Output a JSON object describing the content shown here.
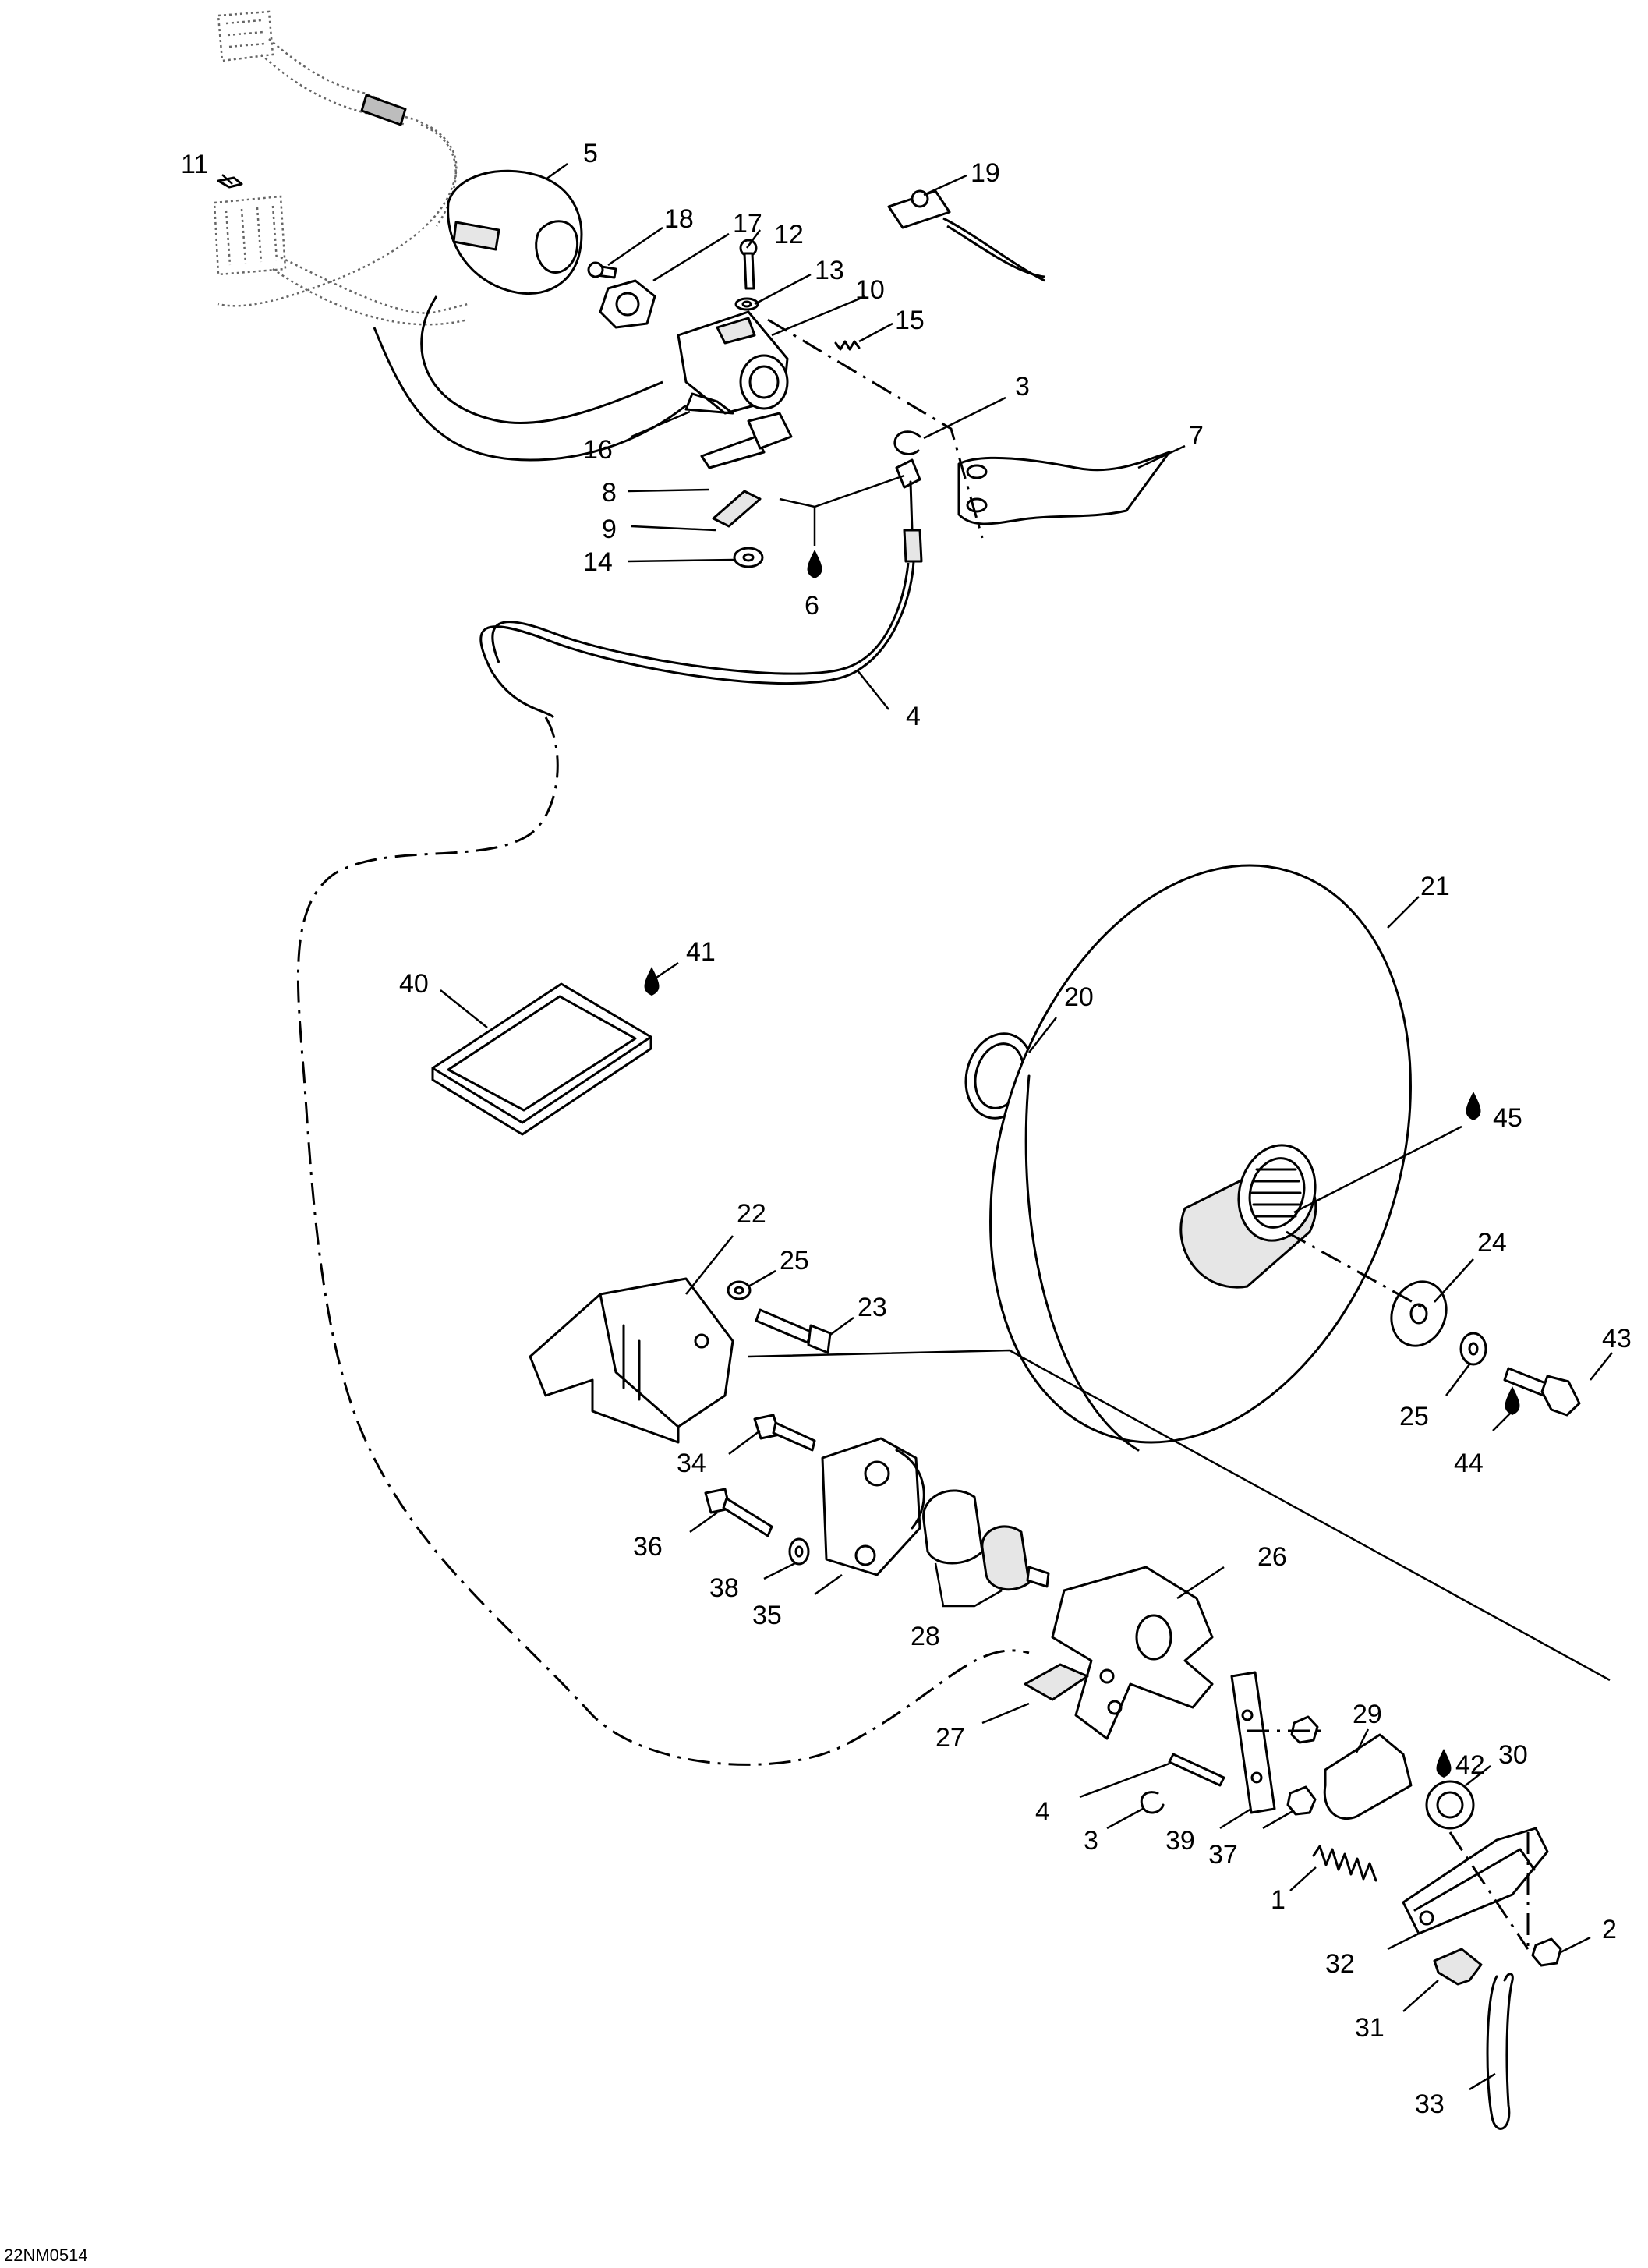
{
  "diagram": {
    "reference_code": "22NM0514",
    "callouts": {
      "c1": "1",
      "c2": "2",
      "c3a": "3",
      "c3b": "3",
      "c4a": "4",
      "c4b": "4",
      "c5": "5",
      "c6": "6",
      "c7": "7",
      "c8": "8",
      "c9": "9",
      "c10": "10",
      "c11": "11",
      "c12": "12",
      "c13": "13",
      "c14": "14",
      "c15": "15",
      "c16": "16",
      "c17": "17",
      "c18": "18",
      "c19": "19",
      "c20": "20",
      "c21": "21",
      "c22": "22",
      "c23": "23",
      "c24": "24",
      "c25a": "25",
      "c25b": "25",
      "c26": "26",
      "c27": "27",
      "c28": "28",
      "c29": "29",
      "c30": "30",
      "c31": "31",
      "c32": "32",
      "c33": "33",
      "c34": "34",
      "c35": "35",
      "c36": "36",
      "c37": "37",
      "c38": "38",
      "c39": "39",
      "c40": "40",
      "c41": "41",
      "c42": "42",
      "c43": "43",
      "c44": "44",
      "c45": "45"
    },
    "lubricant_icon": "oil-drop-icon"
  }
}
